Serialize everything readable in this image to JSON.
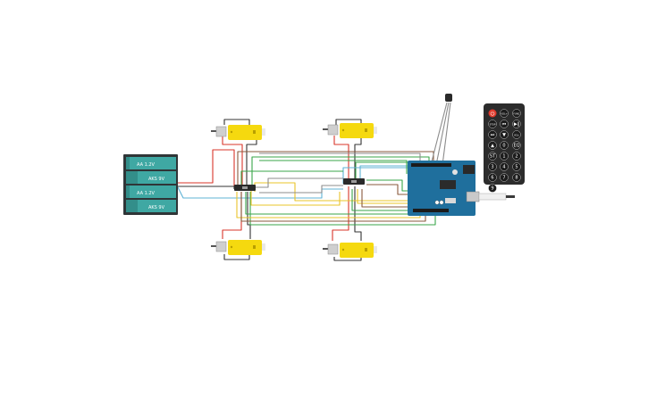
{
  "battery_pack": {
    "cells": [
      {
        "label": "AA 1.2V"
      },
      {
        "label": "AKS 9V"
      },
      {
        "label": "AA 1.2V"
      },
      {
        "label": "AKS 9V"
      }
    ]
  },
  "motors": [
    {
      "id": "motor-top-left"
    },
    {
      "id": "motor-top-right"
    },
    {
      "id": "motor-bottom-left"
    },
    {
      "id": "motor-bottom-right"
    }
  ],
  "drivers": [
    {
      "id": "driver-left"
    },
    {
      "id": "driver-right"
    }
  ],
  "arduino": {
    "id": "arduino-uno"
  },
  "ir_sensor": {
    "id": "ir-receiver"
  },
  "remote": {
    "power_symbol": "⏻",
    "buttons": [
      {
        "label": "VOL+"
      },
      {
        "label": "FUNC"
      },
      {
        "label": "STOP"
      },
      {
        "label": "⏮"
      },
      {
        "label": "▶‖"
      },
      {
        "label": "⏭"
      },
      {
        "label": "▼"
      },
      {
        "label": "VOL-"
      },
      {
        "label": "▲"
      },
      {
        "label": "0"
      },
      {
        "label": "EQ"
      },
      {
        "label": "ST"
      },
      {
        "label": "1"
      },
      {
        "label": "2"
      },
      {
        "label": "3"
      },
      {
        "label": "4"
      },
      {
        "label": "5"
      },
      {
        "label": "6"
      },
      {
        "label": "7"
      },
      {
        "label": "8"
      },
      {
        "label": "9"
      }
    ]
  },
  "colors": {
    "battery_body": "#2f3537",
    "battery_cell": "#3fa8a3",
    "motor_yellow": "#f5d90f",
    "arduino_blue": "#1f6f9d",
    "remote_body": "#2c2c2c",
    "power_red": "#e0392b",
    "wire_red": "#d9352a",
    "wire_black": "#333333",
    "wire_green": "#3aa64a",
    "wire_yellow": "#e9c42a",
    "wire_brown": "#8a5a3c",
    "wire_blue": "#5fb3d6",
    "wire_gray": "#8c8c8c"
  }
}
